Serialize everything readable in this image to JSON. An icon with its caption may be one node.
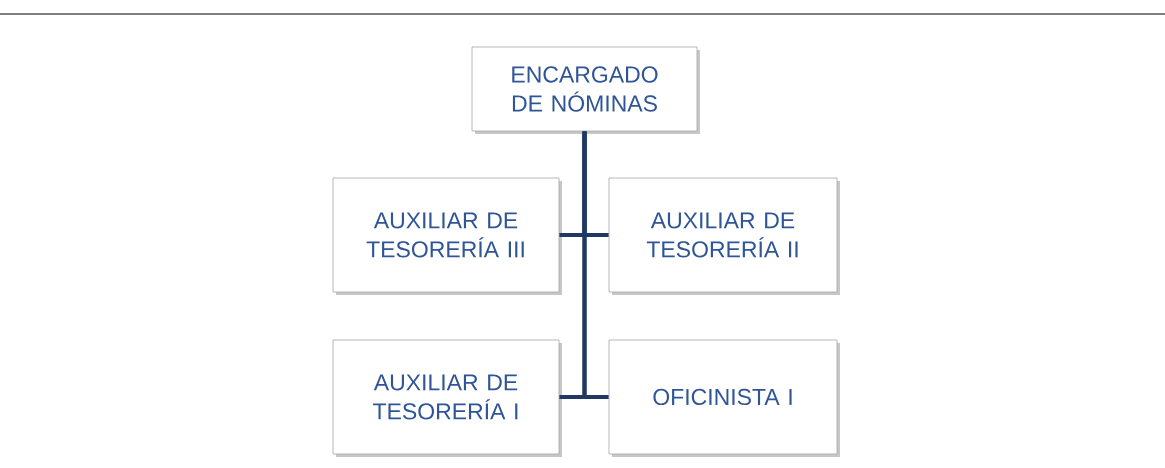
{
  "diagram": {
    "nodes": [
      {
        "text": [
          "ENCARGADO DE NÓMINAS"
        ]
      },
      {
        "text": [
          "AUXILIAR DE TESORERÍA III"
        ]
      },
      {
        "text": [
          "AUXILIAR DE TESORERÍA II"
        ]
      },
      {
        "text": [
          "AUXILIAR DE TESORERÍA I"
        ]
      },
      {
        "text": [
          "OFICINISTA I"
        ]
      }
    ],
    "edges": [
      {
        "from": 0,
        "to": 1,
        "arrow": "none"
      },
      {
        "from": 0,
        "to": 2,
        "arrow": "none"
      },
      {
        "from": 0,
        "to": 3,
        "arrow": "none"
      },
      {
        "from": 0,
        "to": 4,
        "arrow": "none"
      }
    ]
  }
}
